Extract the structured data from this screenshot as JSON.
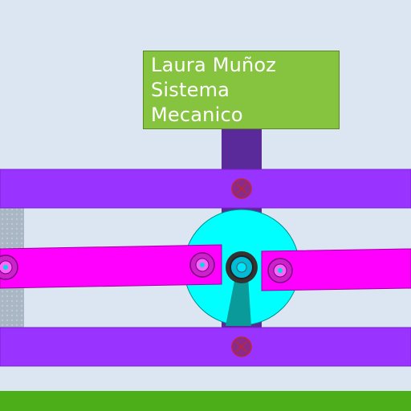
{
  "title": {
    "lines": [
      "Laura Muñoz",
      "Sistema",
      "Mecanico"
    ]
  },
  "colors": {
    "background": "#dce6f2",
    "title_box": "#86c43f",
    "title_text": "#ffffff",
    "vertical_post": "#5a2a9a",
    "rail": "#9933ff",
    "arm": "#ff00ff",
    "disc": "#00ffff",
    "pointer": "#0a9a9a",
    "ground": "#4caf1a",
    "side_block": "#a9b6c4"
  },
  "icons": {
    "rail_pin": "x-circle-icon",
    "joint": "bearing-icon",
    "hub": "hub-icon"
  }
}
